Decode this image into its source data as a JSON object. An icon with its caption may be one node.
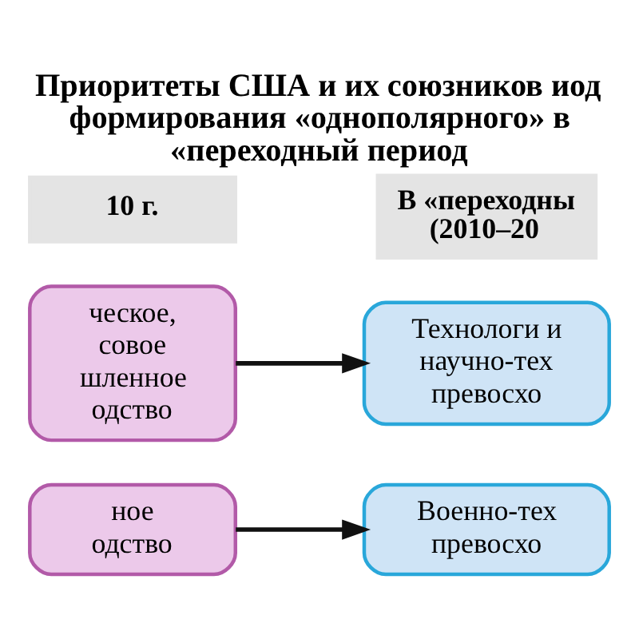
{
  "diagram": {
    "title": "Приоритеты США и их союзников иод формирования «однополярного» в «переходный период",
    "nodes": [
      {
        "text": [
          "10 г."
        ]
      },
      {
        "text": [
          "В «переходны (2010–20"
        ]
      },
      {
        "text": [
          "ческое, совое шленное одство"
        ]
      },
      {
        "text": [
          "Технологи и научно-тех превосхо"
        ]
      },
      {
        "text": [
          "ное одство"
        ]
      },
      {
        "text": [
          "Военно-тех превосхо"
        ]
      }
    ],
    "edges": [
      {
        "from": 2,
        "to": 3,
        "arrow": "to"
      },
      {
        "from": 4,
        "to": 5,
        "arrow": "to"
      }
    ]
  }
}
